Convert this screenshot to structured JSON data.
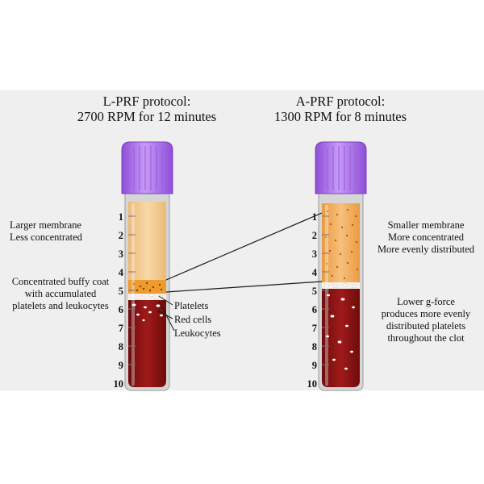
{
  "left": {
    "title_line1": "L-PRF protocol:",
    "title_line2": "2700 RPM for 12 minutes",
    "note1": [
      "Larger membrane",
      "Less concentrated"
    ],
    "note2": [
      "Concentrated buffy coat",
      "with accumulated",
      "platelets and leukocytes"
    ],
    "layers": [
      "Platelets",
      "Red cells",
      "Leukocytes"
    ]
  },
  "right": {
    "title_line1": "A-PRF protocol:",
    "title_line2": "1300 RPM for 8 minutes",
    "note1": [
      "Smaller membrane",
      "More concentrated",
      "More evenly distributed"
    ],
    "note2": [
      "Lower g-force",
      "produces more evenly",
      "distributed platelets",
      "throughout the clot"
    ]
  },
  "tube_scale": [
    "1",
    "2",
    "3",
    "4",
    "5",
    "6",
    "7",
    "8",
    "9",
    "10"
  ],
  "colors": {
    "cap": "#b06ff0",
    "plasma_left": "#f3c98c",
    "plasma_right": "#f2ae5e",
    "buffy": "#ef9a2c",
    "red_cells": "#8e1414",
    "glass": "#c9c9c9"
  }
}
